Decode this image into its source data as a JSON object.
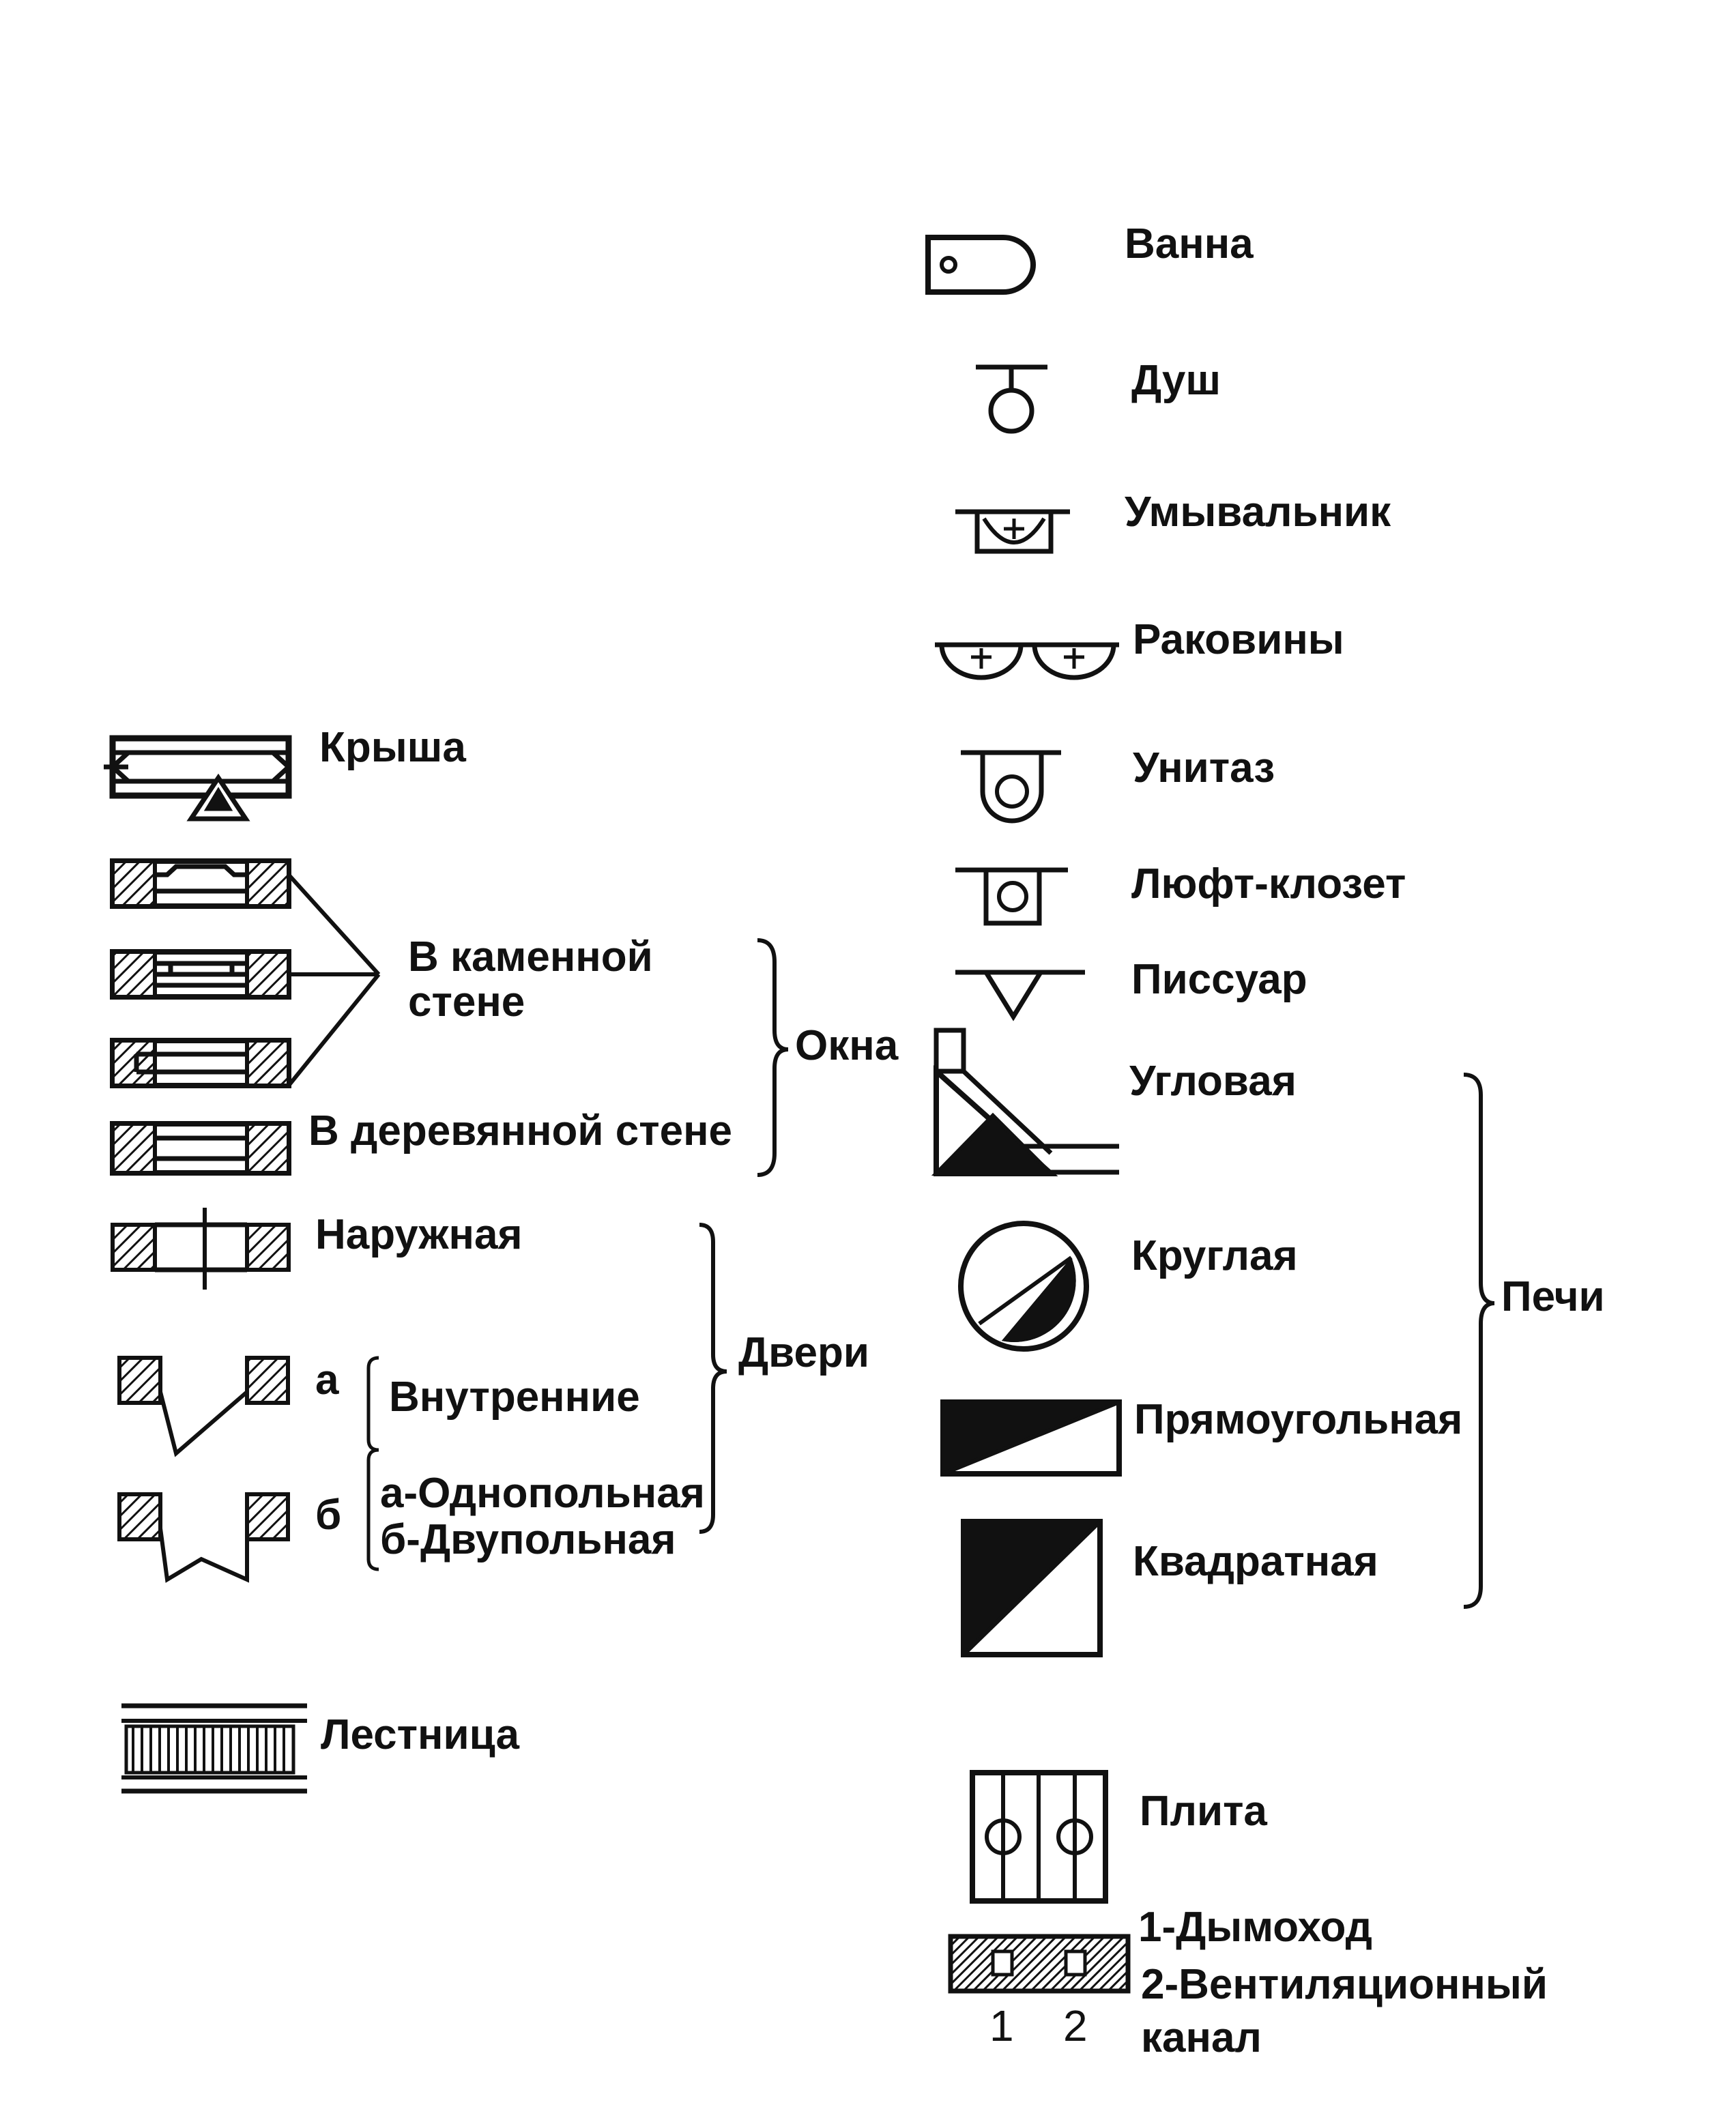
{
  "colors": {
    "ink": "#111111",
    "paper": "#ffffff"
  },
  "labels": {
    "roof": "Крыша",
    "stone_wall": "В каменной\nстене",
    "windows": "Окна",
    "wood_wall": "В деревянной стене",
    "exterior": "Наружная",
    "doors": "Двери",
    "door_a": "а",
    "door_b": "б",
    "interior": "Внутренние",
    "door_types": "а-Однопольная\nб-Двупольная",
    "stairs": "Лестница",
    "bath": "Ванна",
    "shower": "Душ",
    "washbasin": "Умывальник",
    "sinks": "Раковины",
    "toilet": "Унитаз",
    "air_closet": "Люфт-клозет",
    "urinal": "Писсуар",
    "corner": "Угловая",
    "round": "Круглая",
    "stoves": "Печи",
    "rectangular": "Прямоугольная",
    "square": "Квадратная",
    "cooker": "Плита",
    "flue": "1-Дымоход",
    "vent": "2-Вентиляционный\nканал",
    "num_1": "1",
    "num_2": "2"
  }
}
